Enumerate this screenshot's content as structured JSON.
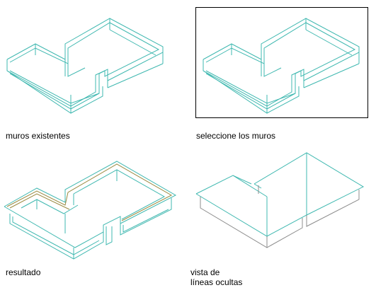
{
  "colors": {
    "edge": "#3fb8b0",
    "edge_dark": "#1e8f8a",
    "roof_edge": "#9a8a40",
    "hidden_edge": "#8c8c8c",
    "frame": "#000000",
    "text": "#000000"
  },
  "panels": [
    {
      "id": "existing",
      "caption_lines": [
        "muros existentes"
      ]
    },
    {
      "id": "select",
      "caption_lines": [
        "seleccione los muros"
      ]
    },
    {
      "id": "result",
      "caption_lines": [
        "resultado"
      ]
    },
    {
      "id": "hidden",
      "caption_lines": [
        "vista de",
        "líneas ocultas"
      ]
    }
  ]
}
